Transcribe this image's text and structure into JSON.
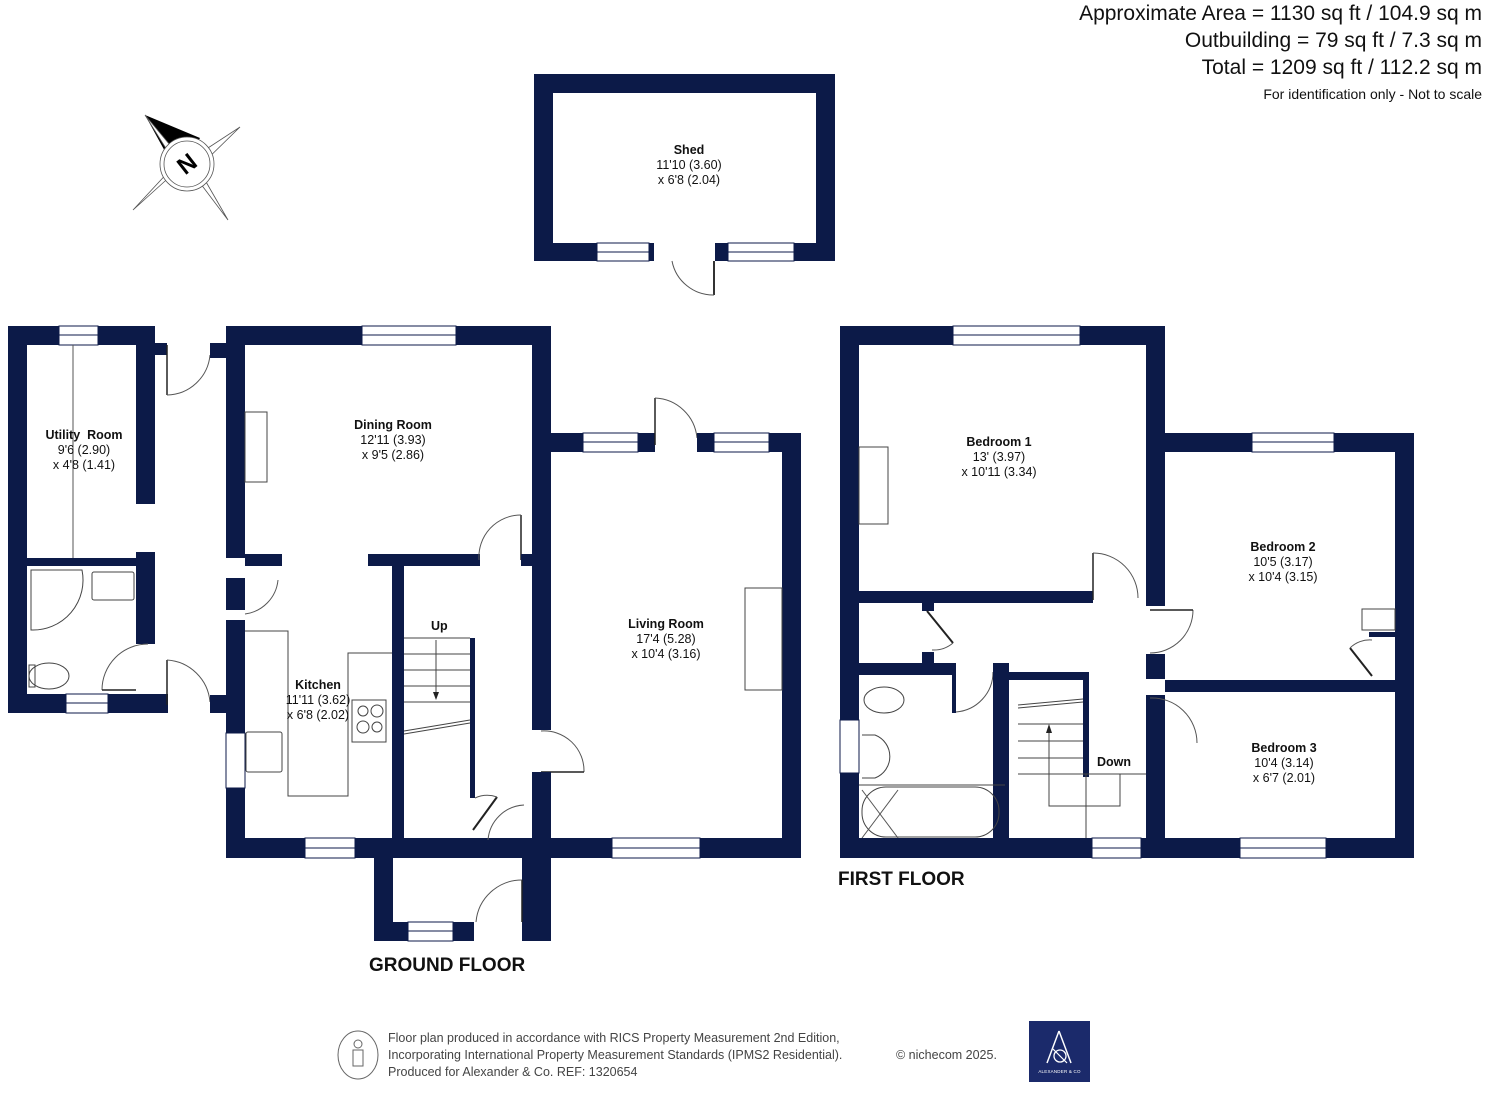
{
  "summary": {
    "approximate_area": "Approximate Area = 1130 sq ft / 104.9 sq m",
    "outbuilding": "Outbuilding = 79 sq ft / 7.3 sq m",
    "total": "Total = 1209 sq ft / 112.2 sq m",
    "disclaimer": "For identification only - Not to scale"
  },
  "compass": {
    "label": "N",
    "icon": "compass-north-icon"
  },
  "outbuilding_rooms": [
    {
      "name": "Shed",
      "dim1": "11'10 (3.60)",
      "dim2": "x 6'8 (2.04)"
    }
  ],
  "ground_floor": {
    "title": "GROUND FLOOR",
    "rooms": [
      {
        "name": "Utility  Room",
        "dim1": "9'6 (2.90)",
        "dim2": "x 4'8 (1.41)"
      },
      {
        "name": "Dining Room",
        "dim1": "12'11 (3.93)",
        "dim2": "x 9'5 (2.86)"
      },
      {
        "name": "Kitchen",
        "dim1": "11'11 (3.62)",
        "dim2": "x 6'8 (2.02)"
      },
      {
        "name": "Living Room",
        "dim1": "17'4 (5.28)",
        "dim2": "x 10'4 (3.16)"
      }
    ],
    "stairs_label": "Up"
  },
  "first_floor": {
    "title": "FIRST FLOOR",
    "rooms": [
      {
        "name": "Bedroom 1",
        "dim1": "13' (3.97)",
        "dim2": "x 10'11 (3.34)"
      },
      {
        "name": "Bedroom 2",
        "dim1": "10'5 (3.17)",
        "dim2": "x 10'4 (3.15)"
      },
      {
        "name": "Bedroom 3",
        "dim1": "10'4 (3.14)",
        "dim2": "x 6'7 (2.01)"
      }
    ],
    "stairs_label": "Down"
  },
  "footer": {
    "line1": "Floor plan produced in accordance with RICS Property Measurement 2nd Edition,",
    "line2": "Incorporating International Property Measurement Standards (IPMS2 Residential).",
    "line3": "Produced for Alexander & Co.   REF:  1320654",
    "copyright": "© nichecom 2025.",
    "logo_text": "ALEXANDER & CO"
  },
  "colors": {
    "wall": "#0c1a48",
    "logo_bg": "#1b2a6b",
    "text": "#111111"
  }
}
